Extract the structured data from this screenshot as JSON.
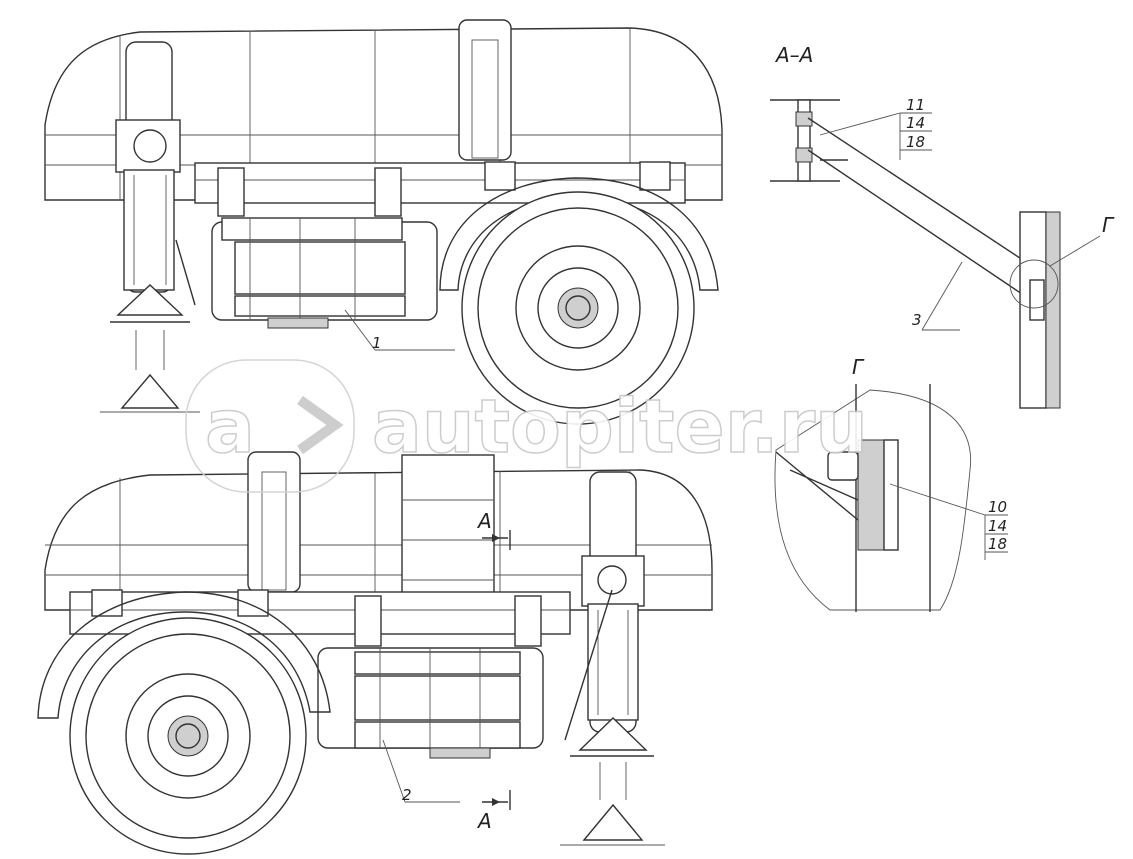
{
  "callouts": {
    "part_1": "1",
    "part_2": "2",
    "part_3": "3",
    "section_a_11": "11",
    "section_a_14": "14",
    "section_a_18": "18",
    "detail_g_10": "10",
    "detail_g_14": "14",
    "detail_g_18": "18"
  },
  "section_labels": {
    "section_aa": "А–А",
    "detail_g_marker": "Г",
    "detail_g_title": "Г",
    "cut_mark_top": "А",
    "cut_mark_bottom": "А"
  },
  "watermark": {
    "text": "autopiter.ru"
  }
}
